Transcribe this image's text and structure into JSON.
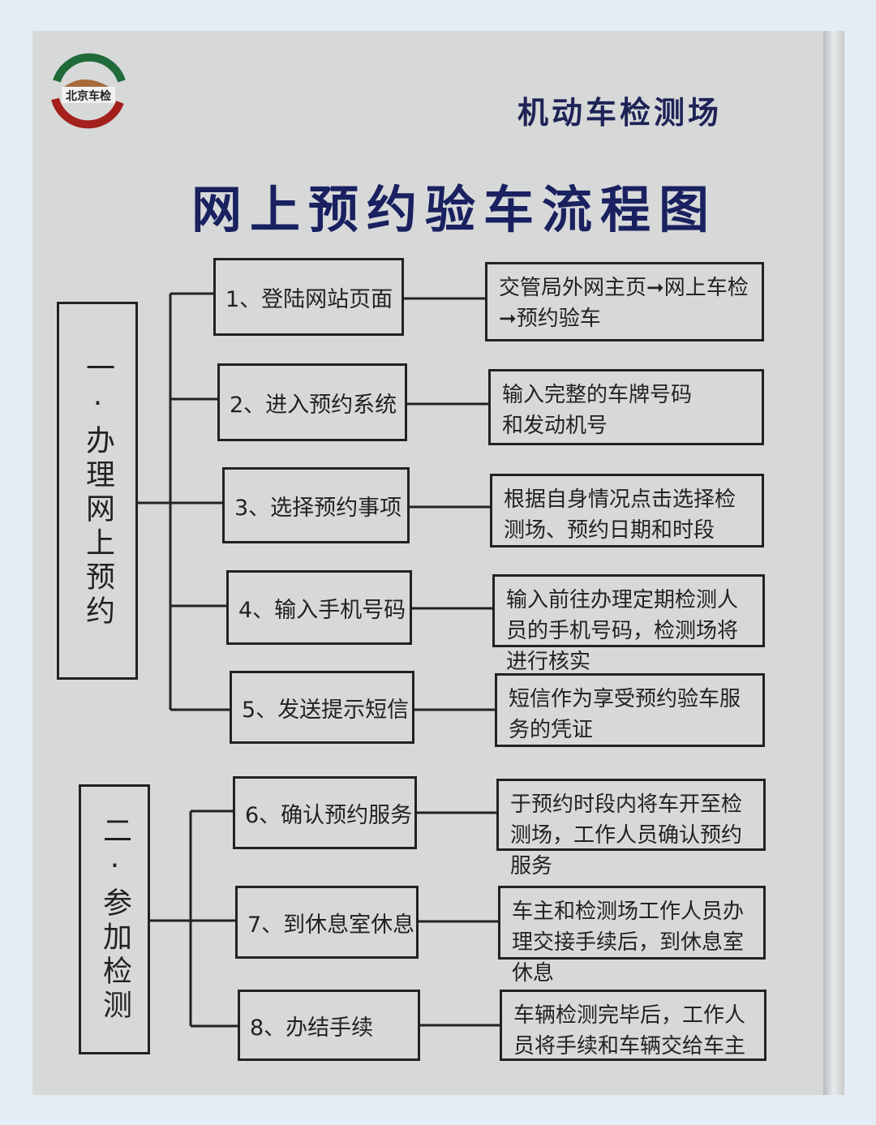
{
  "header": {
    "logo_text": "北京车检",
    "subtitle": "机动车检测场",
    "title": "网上预约验车流程图"
  },
  "groups": [
    {
      "label": "一·办理网上预约"
    },
    {
      "label": "二·参加检测"
    }
  ],
  "steps": [
    {
      "label": "1、登陆网站页面",
      "desc": "交管局外网主页➞网上车检➞预约验车"
    },
    {
      "label": "2、进入预约系统",
      "desc": "输入完整的车牌号码\n和发动机号"
    },
    {
      "label": "3、选择预约事项",
      "desc": "根据自身情况点击选择检测场、预约日期和时段"
    },
    {
      "label": "4、输入手机号码",
      "desc": "输入前往办理定期检测人员的手机号码，检测场将进行核实"
    },
    {
      "label": "5、发送提示短信",
      "desc": "短信作为享受预约验车服务的凭证"
    },
    {
      "label": "6、确认预约服务",
      "desc": "于预约时段内将车开至检测场，工作人员确认预约服务"
    },
    {
      "label": "7、到休息室休息",
      "desc": "车主和检测场工作人员办理交接手续后，到休息室休息"
    },
    {
      "label": "8、办结手续",
      "desc": "车辆检测完毕后，工作人员将手续和车辆交给车主"
    }
  ],
  "colors": {
    "title": "#1a2160",
    "board": "#d7d9d9",
    "logo_green": "#1f6b3a",
    "logo_red": "#a3201d"
  }
}
